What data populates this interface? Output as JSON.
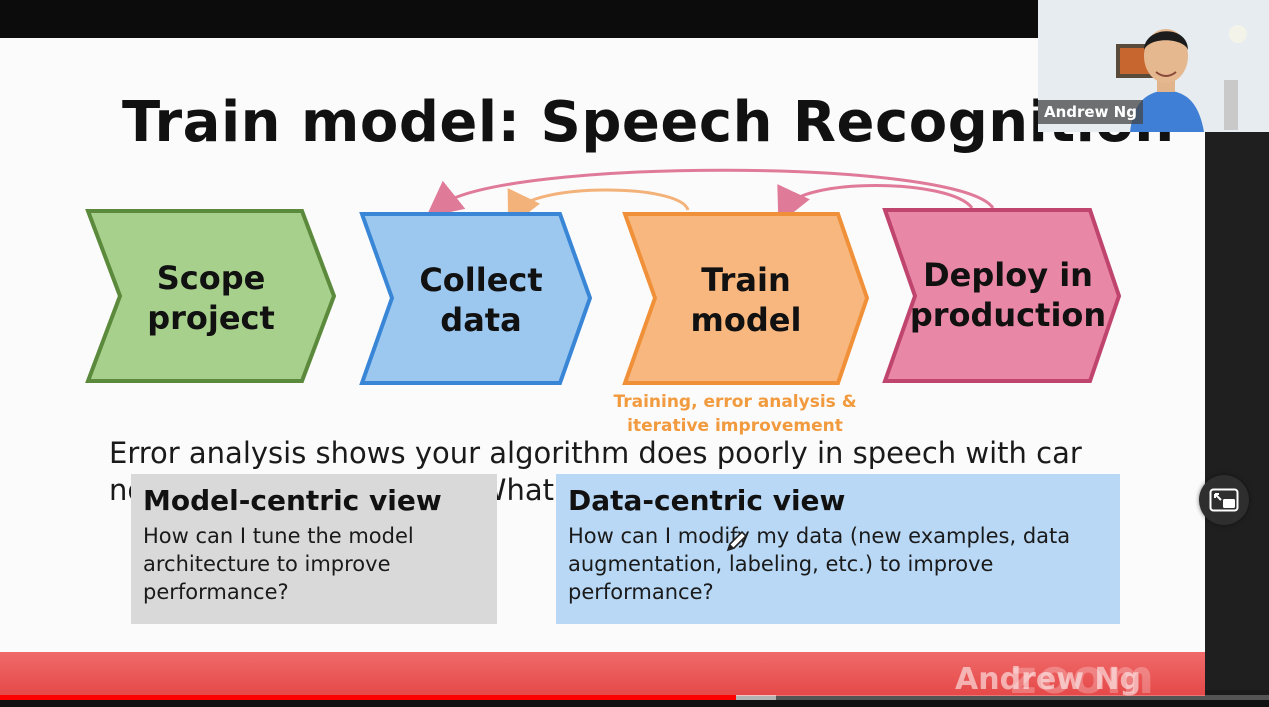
{
  "slide": {
    "title": "Train model: Speech Recognition",
    "stages": [
      {
        "line1": "Scope",
        "line2": "project",
        "fill": "#a8d08d",
        "stroke": "#5b8a3c"
      },
      {
        "line1": "Collect",
        "line2": "data",
        "fill": "#9cc8f0",
        "stroke": "#3a86d6"
      },
      {
        "line1": "Train",
        "line2": "model",
        "fill": "#f7b77f",
        "stroke": "#f0913a"
      },
      {
        "line1": "Deploy in",
        "line2": "production",
        "fill": "#e887a6",
        "stroke": "#c0456e"
      }
    ],
    "train_note_line1": "Training, error analysis &",
    "train_note_line2": "iterative improvement",
    "question": "Error analysis shows your algorithm does poorly in speech with car noise in the background. What do you do?",
    "model_centric": {
      "title": "Model-centric view",
      "body": "How can I tune the model architecture to improve performance?"
    },
    "data_centric": {
      "title": "Data-centric view",
      "body": "How can I modify my data (new examples, data augmentation, labeling, etc.) to improve performance?"
    }
  },
  "video": {
    "participant_name": "Andrew Ng",
    "bottom_name": "Andrew Ng",
    "watermark": "zoom",
    "progress_fraction": 0.58
  },
  "colors": {
    "accent_red": "#ff0000",
    "orange_note": "#f19a3e",
    "pink_arrow": "#e07a99",
    "orange_arrow": "#f3b27a"
  },
  "icons": {
    "pip": "picture-in-picture-icon",
    "cursor": "pen-cursor-icon"
  }
}
